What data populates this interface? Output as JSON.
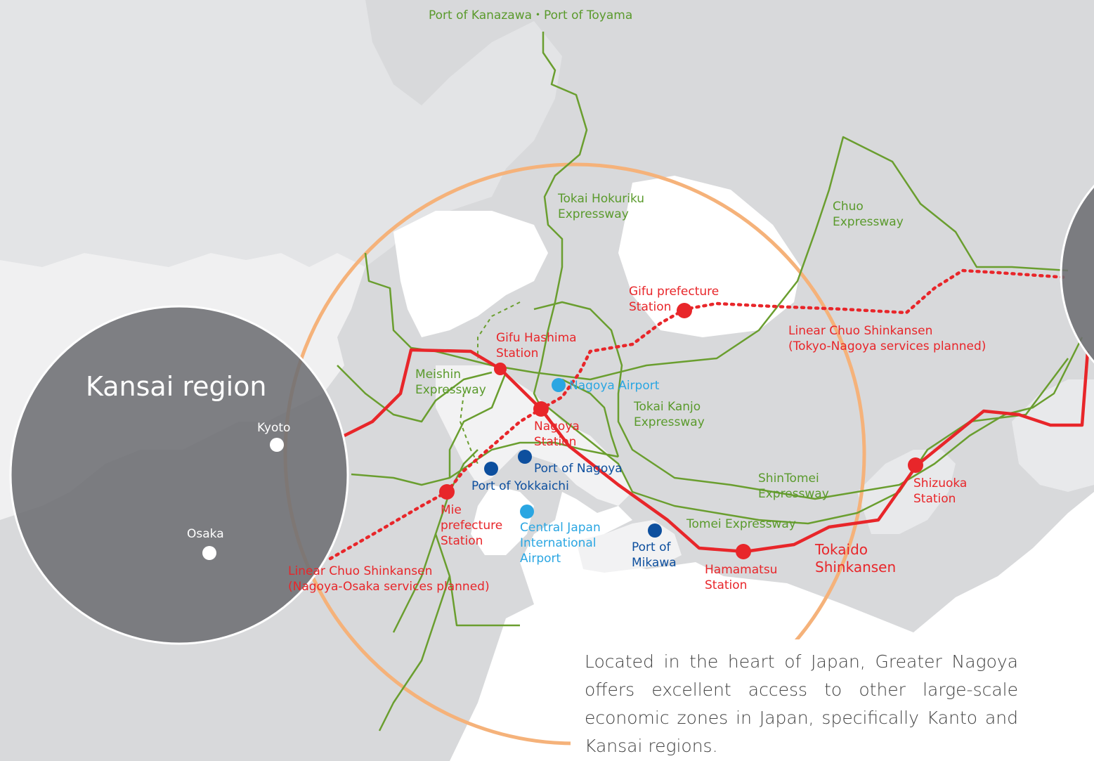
{
  "regions": {
    "kansai": "Kansai region"
  },
  "cities": {
    "kyoto": "Kyoto",
    "osaka": "Osaka"
  },
  "expressways": {
    "ports_north": "Port of Kanazawa・Port of Toyama",
    "tokai_hokuriku": [
      "Tokai Hokuriku",
      "Expressway"
    ],
    "chuo": [
      "Chuo",
      "Expressway"
    ],
    "meishin": [
      "Meishin",
      "Expressway"
    ],
    "tokai_kanjo": [
      "Tokai Kanjo",
      "Expressway"
    ],
    "shintomei": [
      "ShinTomei",
      "Expressway"
    ],
    "tomei": "Tomei Expressway"
  },
  "stations": {
    "gifu_pref": [
      "Gifu prefecture",
      "Station"
    ],
    "gifu_hashima": [
      "Gifu Hashima",
      "Station"
    ],
    "nagoya": [
      "Nagoya",
      "Station"
    ],
    "mie": [
      "Mie",
      "prefecture",
      "Station"
    ],
    "hamamatsu": [
      "Hamamatsu",
      "Station"
    ],
    "shizuoka": [
      "Shizuoka",
      "Station"
    ]
  },
  "rail_lines": {
    "linear_tokyo": [
      "Linear Chuo Shinkansen",
      "(Tokyo-Nagoya services planned)"
    ],
    "linear_osaka": [
      "Linear Chuo Shinkansen",
      "(Nagoya-Osaka services planned)"
    ],
    "tokaido": [
      "Tokaido",
      "Shinkansen"
    ]
  },
  "ports": {
    "nagoya": "Port of Nagoya",
    "yokkaichi": "Port of Yokkaichi",
    "mikawa": [
      "Port of",
      "Mikawa"
    ]
  },
  "airports": {
    "nagoya": "Nagoya Airport",
    "central": [
      "Central Japan",
      "International",
      "Airport"
    ]
  },
  "description": "Located in the heart of Japan, Greater Nagoya offers excellent access to other large-scale economic zones in Japan, specifically Kanto and Kansai regions.",
  "colors": {
    "land": "#d6d7d9",
    "land_highlight": "#f2f2f3",
    "sea": "#ffffff",
    "expressway": "#6a9e2f",
    "shinkansen": "#e8262a",
    "port": "#0d4f9e",
    "airport": "#2aa6e2",
    "range_circle": "#f5b27a",
    "region_circle": "#6d6e73"
  }
}
